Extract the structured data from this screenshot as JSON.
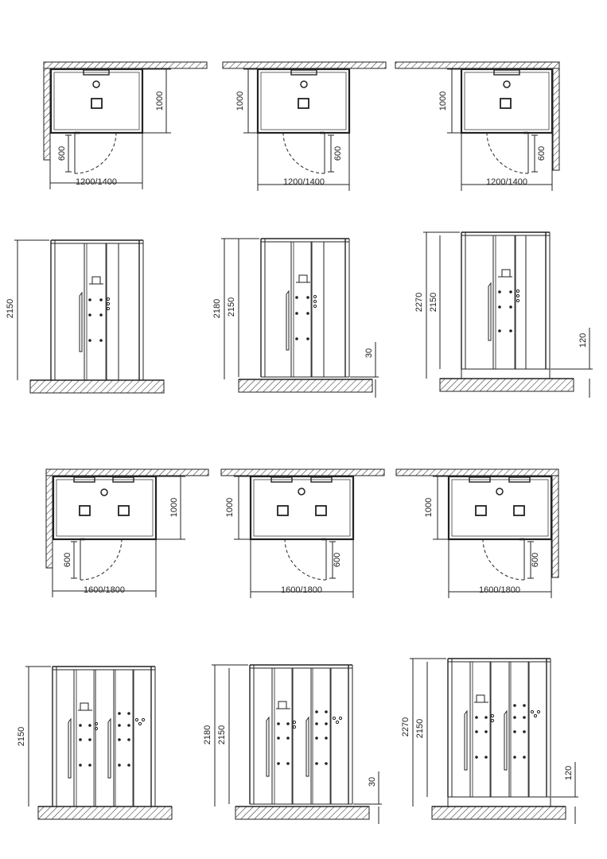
{
  "plans": [
    {
      "width_label": "1200/1400",
      "depth_label": "1000",
      "door_label": "600"
    },
    {
      "width_label": "1200/1400",
      "depth_label": "1000",
      "door_label": "600"
    },
    {
      "width_label": "1200/1400",
      "depth_label": "1000",
      "door_label": "600"
    },
    {
      "width_label": "1600/1800",
      "depth_label": "1000",
      "door_label": "600"
    },
    {
      "width_label": "1600/1800",
      "depth_label": "1000",
      "door_label": "600"
    },
    {
      "width_label": "1600/1800",
      "depth_label": "1000",
      "door_label": "600"
    }
  ],
  "elevations": [
    {
      "height_label": "2150"
    },
    {
      "total_height_label": "2180",
      "height_label": "2150",
      "base_label": "30"
    },
    {
      "total_height_label": "2270",
      "height_label": "2150",
      "base_label": "120"
    },
    {
      "height_label": "2150"
    },
    {
      "total_height_label": "2180",
      "height_label": "2150",
      "base_label": "30"
    },
    {
      "total_height_label": "2270",
      "height_label": "2150",
      "base_label": "120"
    }
  ]
}
